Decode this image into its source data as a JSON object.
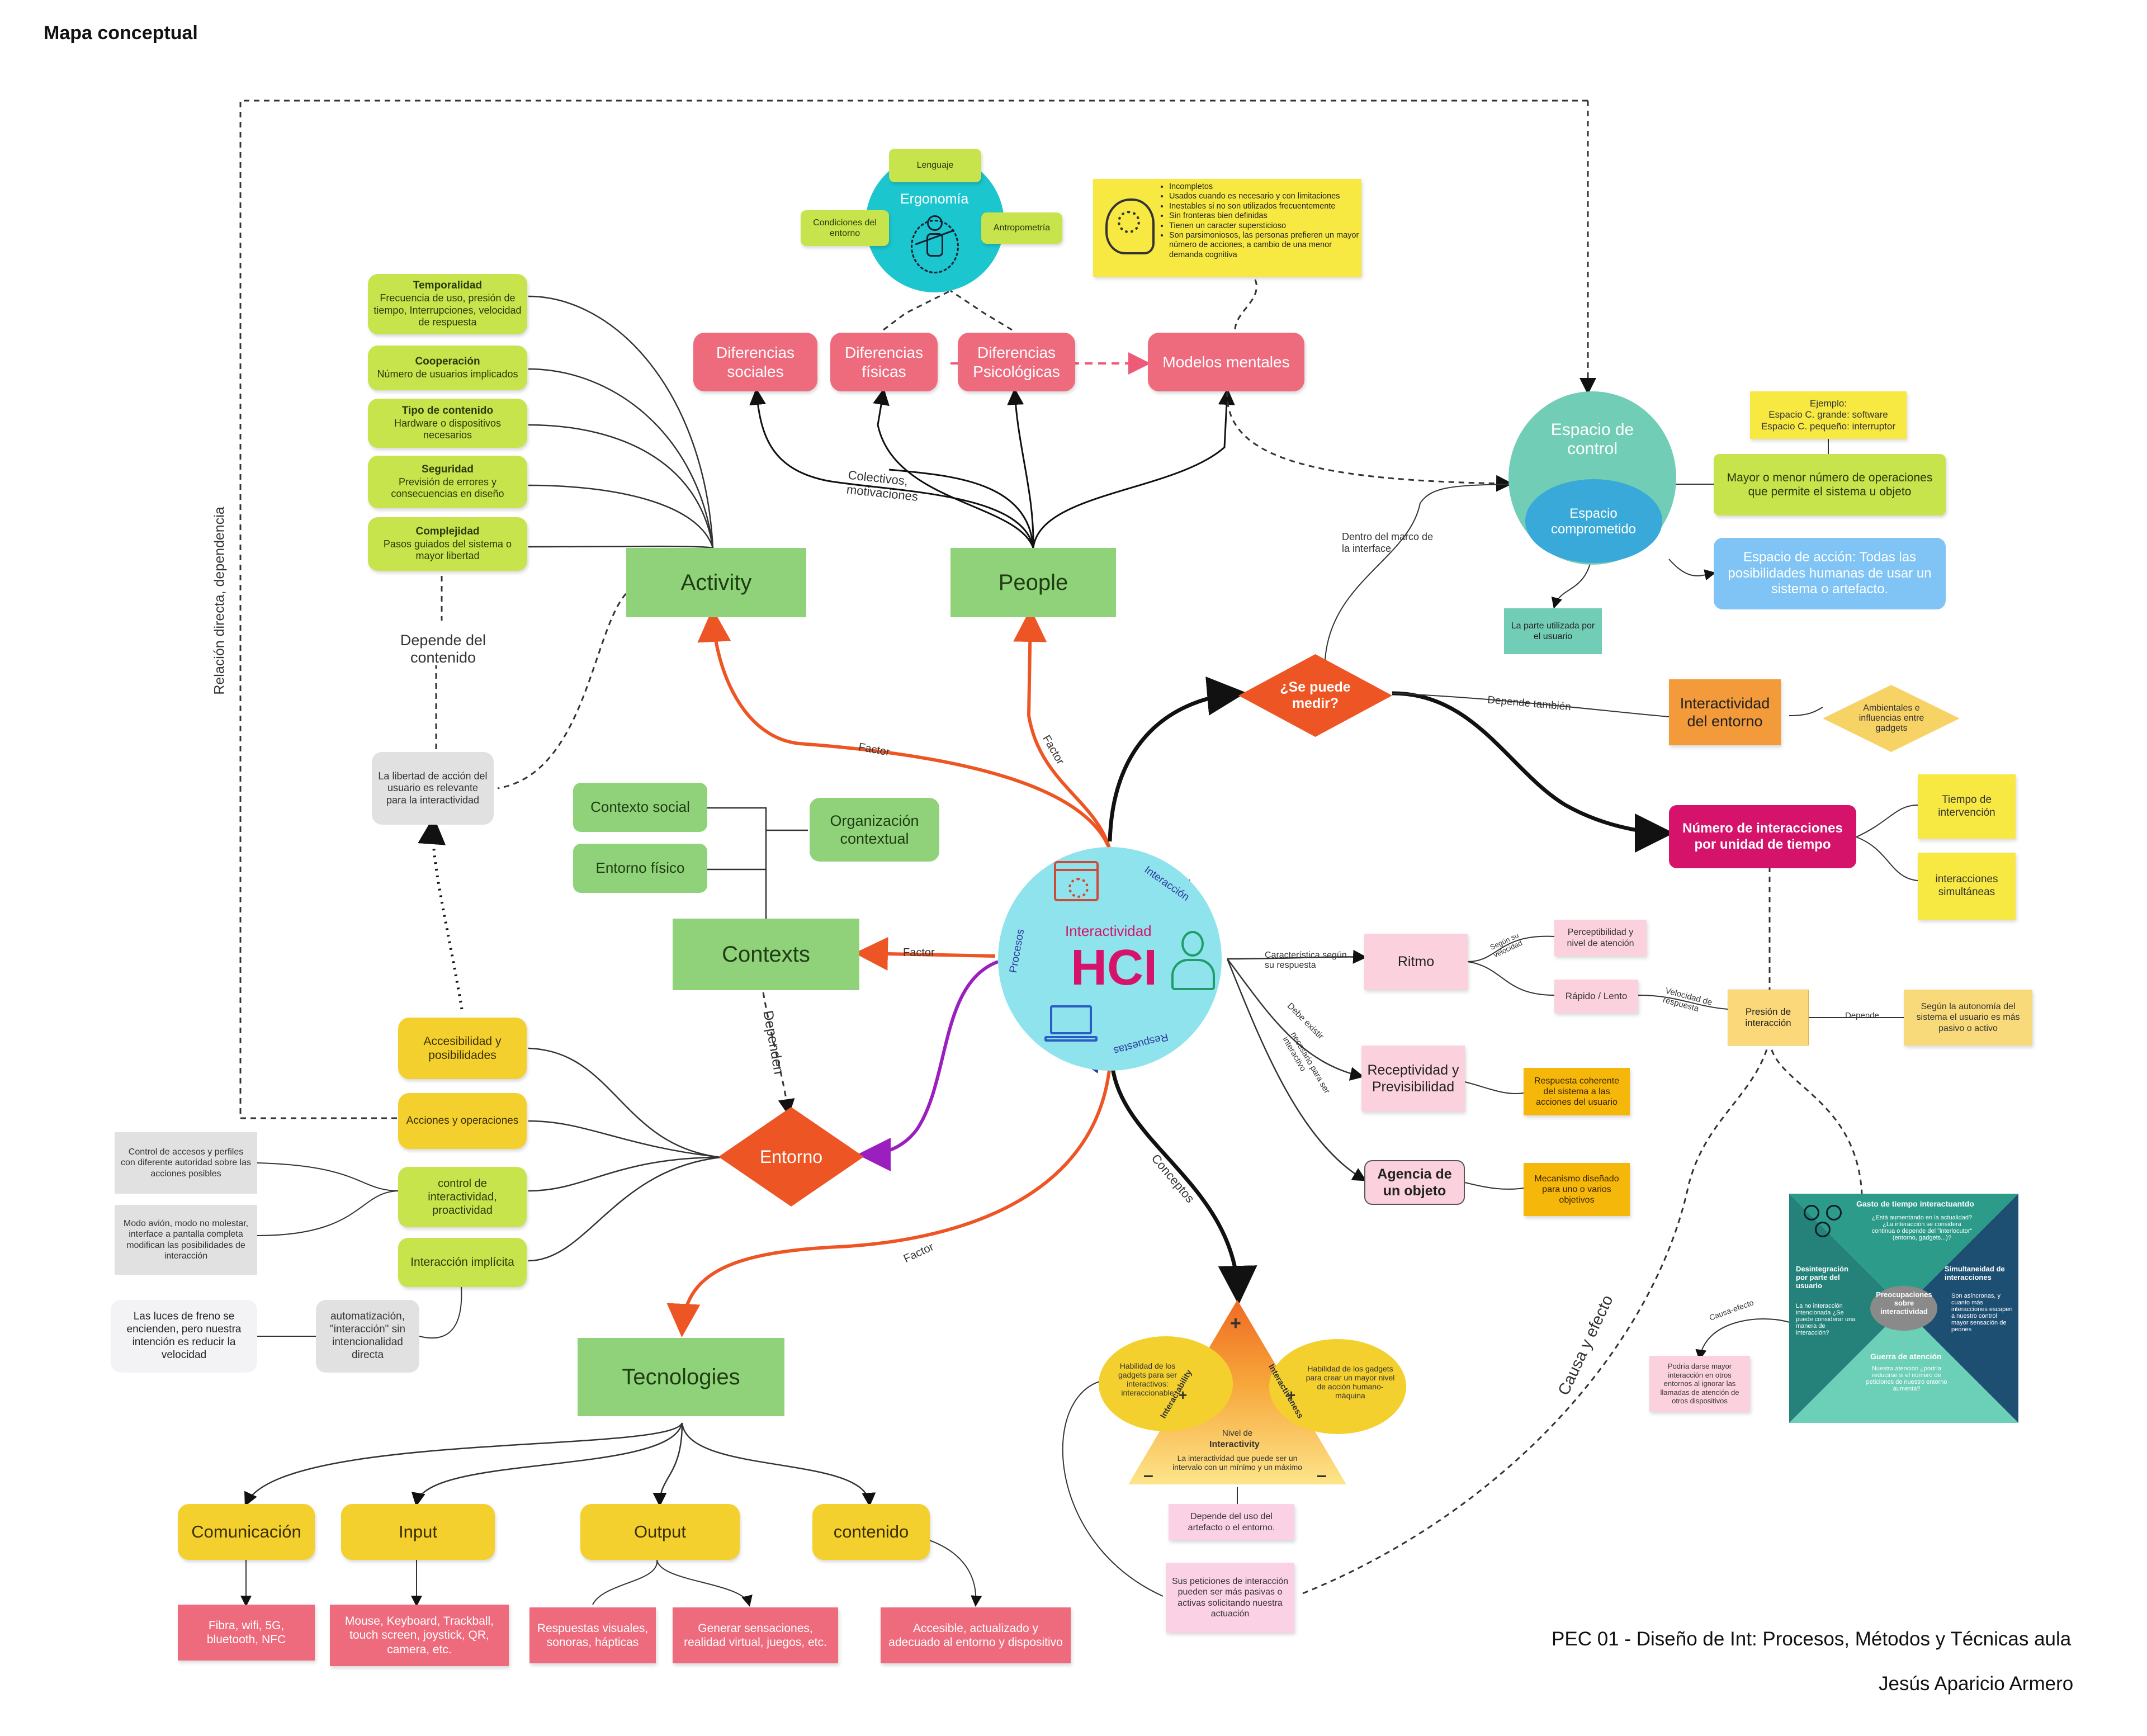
{
  "header": {
    "title": "Mapa conceptual"
  },
  "footer": {
    "course": "PEC 01 - Diseño de Int: Procesos, Métodos y Técnicas aula",
    "author": "Jesús Aparicio Armero"
  },
  "hci": {
    "main": "HCI",
    "sub": "Interactividad",
    "procesos": "Procesos",
    "interaccion": "Interacción",
    "respuestas": "Respuestas"
  },
  "nodes": {
    "activity": "Activity",
    "people": "People",
    "contexts": "Contexts",
    "tecnologies": "Tecnologies",
    "entorno": "Entorno",
    "se_puede_medir": "¿Se puede medir?",
    "dif_sociales": "Diferencias sociales",
    "dif_fisicas": "Diferencias físicas",
    "dif_psicologicas": "Diferencias Psicológicas",
    "modelos_mentales": "Modelos  mentales",
    "ergonomia": "Ergonomía",
    "lenguaje": "Lenguaje",
    "antropometria": "Antropometría",
    "condiciones": "Condiciones del entorno",
    "espacio_control": "Espacio de control",
    "espacio_comprometido": "Espacio comprometido",
    "espacio_ejemplo": "Ejemplo:\nEspacio C. grande: software\nEspacio C. pequeño: interruptor",
    "mayor_menor": "Mayor o menor número de operaciones que permite el sistema u objeto",
    "espacio_accion": "Espacio de acción: Todas las posibilidades humanas de usar un sistema o artefacto.",
    "parte_utilizada": "La parte utilizada por el usuario",
    "interactividad_entorno": "Interactividad del entorno",
    "ambientales": "Ambientales e influencias entre gadgets",
    "num_interacciones": "Número de interacciones por unidad de tiempo",
    "tiempo_intervencion": "Tiempo de intervención",
    "interacciones_simultaneas": "interacciones simultáneas",
    "ritmo": "Ritmo",
    "perceptibilidad": "Perceptibilidad y nivel de atención",
    "rapido_lento": "Rápido / Lento",
    "presion": "Presión de interacción",
    "segun_autonomia": "Según la autonomía del sistema el usuario es más pasivo o activo",
    "receptividad": "Receptividad y Previsibilidad",
    "respuesta_coherente": "Respuesta coherente del sistema a las acciones del usuario",
    "agencia": "Agencia de un objeto",
    "mecanismo": "Mecanismo diseñado para uno o varios objetivos",
    "contexto_social": "Contexto social",
    "entorno_fisico": "Entorno físico",
    "organizacion": "Organización contextual",
    "libertad": "La libertad de acción del usuario es relevante para la interactividad",
    "accesibilidad": "Accesibilidad y posibilidades",
    "acciones": "Acciones y operaciones",
    "control_inter": "control de interactividad, proactividad",
    "interaccion_implicita": "Interacción implícita",
    "control_accesos": "Control de accesos y perfiles con diferente autoridad sobre las acciones posibles",
    "modo_avion": "Modo avión, modo no molestar, interface a pantalla completa modifican las posibilidades de interacción",
    "luces_freno": "Las luces de freno se encienden, pero nuestra intención es reducir la velocidad",
    "automatizacion": "automatización, \"interacción\" sin intencionalidad directa",
    "comunicacion": "Comunicación",
    "input": "Input",
    "output": "Output",
    "contenido": "contenido",
    "fibra": "Fibra, wifi, 5G, bluetooth, NFC",
    "mouse": "Mouse, Keyboard, Trackball, touch screen, joystick, QR, camera, etc.",
    "respuestas_visuales": "Respuestas visuales, sonoras, hápticas",
    "generar_sensaciones": "Generar sensaciones, realidad virtual, juegos, etc.",
    "accesible": "Accesible, actualizado y adecuado al entorno y dispositivo",
    "habilidad_izq": "Habilidad de los gadgets para ser interactivos: interaccionable",
    "habilidad_der": "Habilidad de los gadgets para crear un mayor nivel de acción humano-máquina",
    "interactability": "Interactability",
    "interactiveness": "Interactiveness",
    "nivel": "Nivel de",
    "interactivity": "Interactivity",
    "intervalo": "La interactividad que puede ser un intervalo con un mínimo y un máximo",
    "depende_uso": "Depende del uso del artefacto o el entorno.",
    "peticiones": "Sus peticiones de interacción pueden ser más pasivas o activas solicitando nuestra actuación",
    "podria": "Podría darse mayor interacción en otros entornos al ignorar las llamadas de atención de otros dispositivos",
    "gasto": "Gasto de tiempo interactuantdo",
    "gasto_txt": "¿Está aumentando en la actualidad? ¿La interacción se considera continua o depende del \"interlocutor\" (entorno, gadgets...)?",
    "desintegracion": "Desintegración por parte del usuario",
    "desintegracion_txt": "La no interacción intencionada ¿Se puede considerar una manera de interacción?",
    "simultaneidad": "Simultaneidad de interacciones",
    "simultaneidad_txt": "Son asíncronas, y cuanto más interacciones escapen a nuestro control mayor sensación de peones",
    "preocupaciones": "Preocupaciones sobre interactividad",
    "guerra": "Guerra de atención",
    "guerra_txt": "Nuestra atención ¿podría reducirse si el número de peticiones de nuestro entorno aumenta?"
  },
  "mental_models": [
    "Incompletos",
    "Usados cuando es necesario y con limitaciones",
    "Inestables si no son utilizados frecuentemente",
    "Sin fronteras bien definidas",
    "Tienen un caracter supersticioso",
    "Son parsimoniosos, las personas prefieren un mayor número de acciones, a cambio de una menor demanda cognitiva"
  ],
  "activity_items": [
    {
      "title": "Temporalidad",
      "text": "Frecuencia de uso, presión de tiempo, Interrupciones, velocidad de respuesta"
    },
    {
      "title": "Cooperación",
      "text": "Número de usuarios implicados"
    },
    {
      "title": "Tipo de contenido",
      "text": "Hardware o dispositivos necesarios"
    },
    {
      "title": "Seguridad",
      "text": "Previsión de errores y consecuencias en diseño"
    },
    {
      "title": "Complejidad",
      "text": "Pasos guiados del sistema o mayor libertad"
    }
  ],
  "edge_labels": {
    "factor1": "Factor",
    "factor2": "Factor",
    "factor3": "Factor",
    "factor4": "Factor",
    "colectivos": "Colectivos, motivaciones",
    "depende_contenido": "Depende del contenido",
    "dependen": "Dependen",
    "relacion": "Relación directa, dependencia",
    "dentro_marco": "Dentro del marco de la interface",
    "depende_tambien": "Depende también",
    "conceptos": "Conceptos",
    "causa_efecto": "Causa y efecto",
    "causa_efecto_small": "Causa-efecto",
    "caracteristica": "Característica según su respuesta",
    "debe_existir": "Debe existir",
    "necesario": "necesario para ser interactivo",
    "segun_velocidad": "Según su velocidad",
    "velocidad_respuesta": "Velocidad de respuesta",
    "depende": "Depende"
  },
  "colors": {
    "orange_red": "#ee5524",
    "purple": "#9b1fbf",
    "cyan": "#8ee3ec",
    "teal_space": "#72cdb6",
    "magenta": "#d6136a",
    "green": "#8fd27a"
  }
}
